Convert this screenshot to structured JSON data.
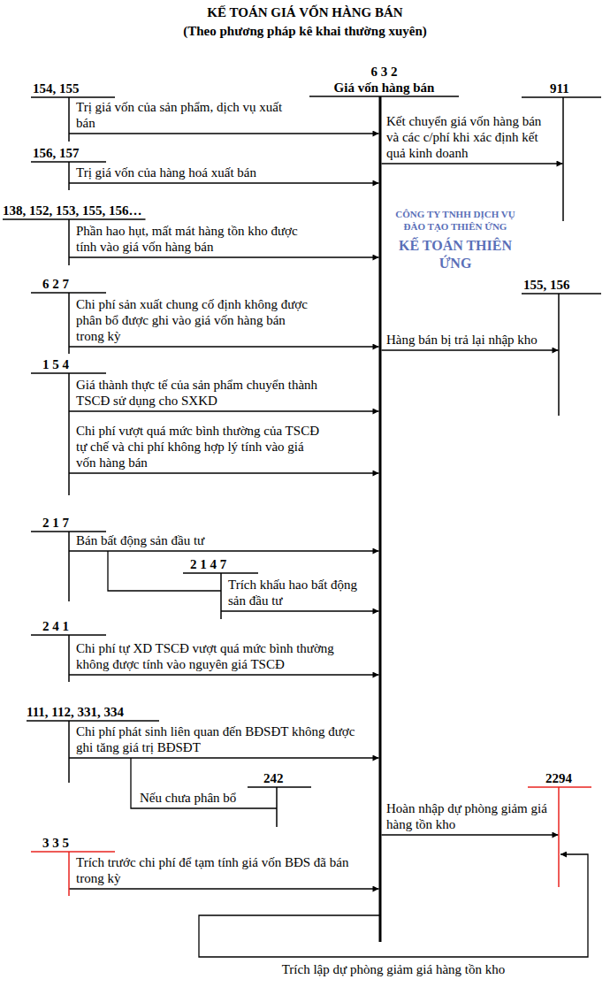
{
  "diagram": {
    "title": "KẾ TOÁN GIÁ VỐN HÀNG BÁN",
    "nodes": [
      {
        "text": [
          "154, 155"
        ]
      },
      {
        "text": [
          "6 3 2",
          "Giá vốn hàng bán"
        ]
      },
      {
        "text": [
          "911"
        ]
      },
      {
        "text": [
          "156, 157"
        ]
      },
      {
        "text": [
          "138, 152, 153, 155, 156…"
        ]
      },
      {
        "text": [
          "6 2 7"
        ]
      },
      {
        "text": [
          "155, 156"
        ]
      },
      {
        "text": [
          "1 5 4"
        ]
      },
      {
        "text": [
          "2 1 7"
        ]
      },
      {
        "text": [
          "2 1 4 7"
        ]
      },
      {
        "text": [
          "2 4 1"
        ]
      },
      {
        "text": [
          "111, 112, 331, 334"
        ]
      },
      {
        "text": [
          "242"
        ]
      },
      {
        "text": [
          "2294"
        ]
      },
      {
        "text": [
          "3 3 5"
        ]
      }
    ],
    "edges": [
      {
        "from": 0,
        "to": 1,
        "arrow": "to",
        "label": "Trị giá vốn của sản phẩm, dịch vụ xuất bán"
      },
      {
        "from": 1,
        "to": 2,
        "arrow": "to",
        "label": "Kết chuyển giá vốn hàng bán và các c/phí khi xác định kết quả kinh doanh"
      },
      {
        "from": 3,
        "to": 1,
        "arrow": "to",
        "label": "Trị giá vốn của hàng hoá xuất bán"
      },
      {
        "from": 4,
        "to": 1,
        "arrow": "to",
        "label": "Phần hao hụt, mất mát hàng tồn kho được tính vào giá vốn hàng bán"
      },
      {
        "from": 5,
        "to": 1,
        "arrow": "to",
        "label": "Chi phí sản xuất chung cố định không được phân bổ được ghi vào giá vốn hàng bán trong kỳ"
      },
      {
        "from": 1,
        "to": 6,
        "arrow": "to",
        "label": "Hàng bán bị trả lại nhập kho"
      },
      {
        "from": 7,
        "to": 1,
        "arrow": "to",
        "label": "Giá thành thực tế của sản phẩm chuyển thành TSCĐ sử dụng cho SXKD"
      },
      {
        "from": 7,
        "to": 1,
        "arrow": "to",
        "label": "Chi phí vượt quá mức bình thường của TSCĐ tự chế và chi phí không hợp lý tính vào giá vốn hàng bán"
      },
      {
        "from": 8,
        "to": 1,
        "arrow": "to",
        "label": "Bán bất động sản đầu tư"
      },
      {
        "from": 8,
        "to": 9,
        "arrow": "none"
      },
      {
        "from": 9,
        "to": 1,
        "arrow": "to",
        "label": "Trích khấu hao bất động sản đầu tư"
      },
      {
        "from": 10,
        "to": 1,
        "arrow": "to",
        "label": "Chi phí tự XD TSCĐ vượt quá mức bình thường không được tính vào nguyên giá TSCĐ"
      },
      {
        "from": 11,
        "to": 1,
        "arrow": "to",
        "label": "Chi phí phát sinh liên quan đến BĐSĐT không được ghi tăng giá trị BĐSĐT"
      },
      {
        "from": 11,
        "to": 12,
        "arrow": "none",
        "label": "Nếu chưa phân bổ"
      },
      {
        "from": 1,
        "to": 13,
        "arrow": "to",
        "label": "Hoàn nhập dự phòng giảm giá hàng tồn kho"
      },
      {
        "from": 14,
        "to": 1,
        "arrow": "to",
        "label": "Trích trước chi phí để tạm tính giá vốn BĐS đã bán trong kỳ"
      },
      {
        "from": 1,
        "to": 13,
        "arrow": "to",
        "label": "Trích lập dự phòng giảm giá hàng tồn kho"
      }
    ],
    "labels": [
      "(Theo phương pháp kê khai thường xuyên)",
      "CÔNG TY TNHH DỊCH VỤ ĐÀO TẠO THIÊN ỨNG",
      "KẾ TOÁN THIÊN ỨNG"
    ]
  }
}
